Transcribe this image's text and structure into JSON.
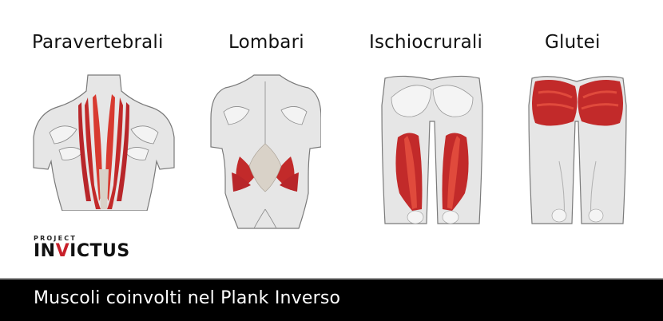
{
  "panels": [
    {
      "label": "Paravertebrali",
      "figure": "upper-back-erector-spinae"
    },
    {
      "label": "Lombari",
      "figure": "lower-back-quadratus-lumborum"
    },
    {
      "label": "Ischiocrurali",
      "figure": "posterior-thigh-hamstrings"
    },
    {
      "label": "Glutei",
      "figure": "posterior-hip-gluteus"
    }
  ],
  "logo": {
    "top": "PROJECT",
    "main_pre": "IN",
    "main_v": "V",
    "main_post": "ICTUS"
  },
  "footer": {
    "title": "Muscoli coinvolti nel Plank Inverso"
  },
  "colors": {
    "muscle": "#c22a2a",
    "muscle_light": "#e04a3c",
    "body": "#e6e6e6",
    "outline": "#7a7a7a",
    "tendon": "#d9d2c8",
    "footer_bg": "#000000",
    "brand_red": "#c8202a"
  }
}
